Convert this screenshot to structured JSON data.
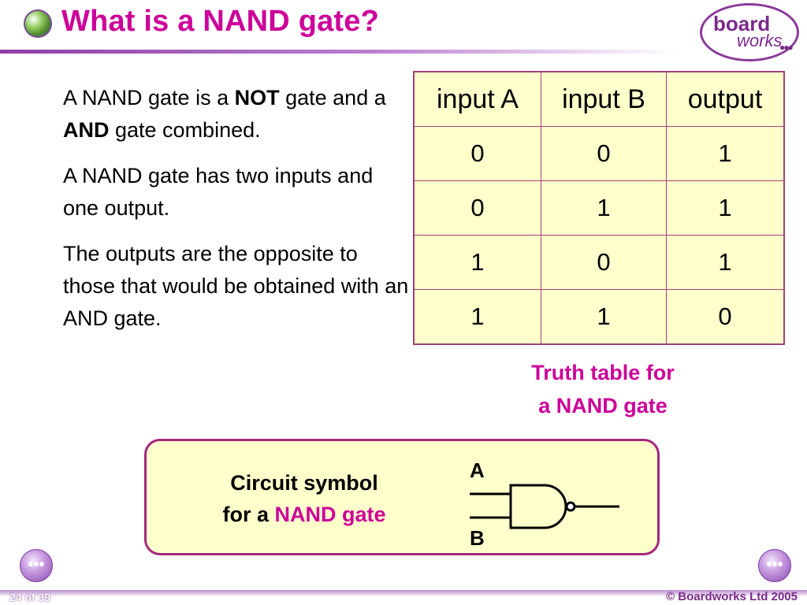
{
  "header": {
    "title": "What is a NAND gate?"
  },
  "logo": {
    "word_top": "board",
    "word_bottom": "works",
    "dots": "●●●"
  },
  "paragraphs": {
    "p1": {
      "pre1": "A NAND gate is a ",
      "b1": "NOT",
      "mid": " gate and a ",
      "b2": "AND",
      "post": " gate combined."
    },
    "p2": "A NAND gate has two inputs and one output.",
    "p3": "The outputs are the opposite to those that would be obtained with an AND gate."
  },
  "truth_table": {
    "headers": [
      "input A",
      "input B",
      "output"
    ],
    "rows": [
      [
        "0",
        "0",
        "1"
      ],
      [
        "0",
        "1",
        "1"
      ],
      [
        "1",
        "0",
        "1"
      ],
      [
        "1",
        "1",
        "0"
      ]
    ]
  },
  "caption": {
    "line1": "Truth table for",
    "line2": "a NAND gate"
  },
  "circuit": {
    "line1": "Circuit symbol",
    "line2_pre": "for a ",
    "line2_hl": "NAND gate",
    "input_a": "A",
    "input_b": "B"
  },
  "nav": {
    "prev_symbol": "•••",
    "next_symbol": "•••"
  },
  "footer": {
    "page": "24 of 39",
    "copyright": "© Boardworks Ltd 2005"
  },
  "colors": {
    "accent": "#cc0099",
    "purple": "#8e3fa5",
    "box_fill": "#ffffcc",
    "border": "#a0407a"
  }
}
